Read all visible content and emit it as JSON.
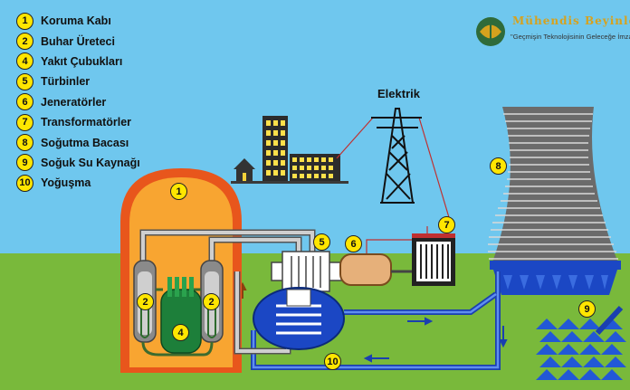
{
  "brand": {
    "title": "Mühendis Beyinler",
    "slogan": "\"Geçmişin Teknolojisinin Geleceğe İmzası\""
  },
  "legend": [
    {
      "num": "1",
      "label": "Koruma Kabı"
    },
    {
      "num": "2",
      "label": "Buhar Üreteci"
    },
    {
      "num": "4",
      "label": "Yakıt Çubukları"
    },
    {
      "num": "5",
      "label": "Türbinler"
    },
    {
      "num": "6",
      "label": "Jeneratörler"
    },
    {
      "num": "7",
      "label": "Transformatörler"
    },
    {
      "num": "8",
      "label": "Soğutma Bacası"
    },
    {
      "num": "9",
      "label": "Soğuk Su Kaynağı"
    },
    {
      "num": "10",
      "label": "Yoğuşma"
    }
  ],
  "diagram": {
    "elektrik_label": "Elektrik",
    "badges": {
      "b1": "1",
      "b2a": "2",
      "b2b": "2",
      "b4": "4",
      "b5": "5",
      "b6": "6",
      "b7": "7",
      "b8": "8",
      "b9": "9",
      "b10": "10"
    }
  },
  "colors": {
    "sky": "#6ec6ee",
    "grass": "#78b83a",
    "dome": "#f5a02c",
    "water_blue": "#1848c8",
    "steam_pipe": "#c8c8c8"
  }
}
